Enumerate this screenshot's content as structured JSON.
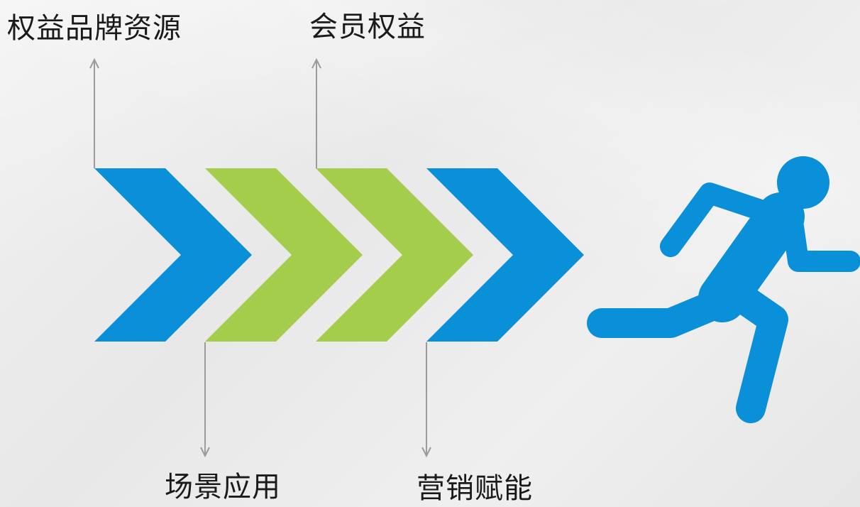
{
  "labels": {
    "top_left": "权益品牌资源",
    "top_middle": "会员权益",
    "bottom_left": "场景应用",
    "bottom_middle": "营销赋能"
  },
  "colors": {
    "blue": "#0a8fd9",
    "green": "#a3cd4b",
    "arrow_line": "#9b9b9b",
    "text": "#1a1a1a"
  },
  "chevrons": [
    {
      "color": "blue"
    },
    {
      "color": "green"
    },
    {
      "color": "green"
    },
    {
      "color": "blue"
    }
  ],
  "icons": {
    "runner": "running-person-icon"
  }
}
